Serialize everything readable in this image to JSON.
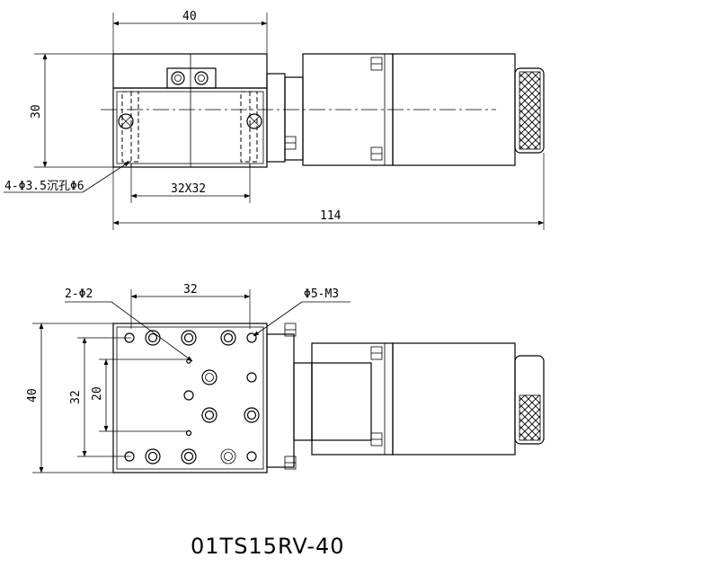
{
  "dimensions": {
    "top_width": "40",
    "top_height": "30",
    "top_holes": "4-Φ3.5沉孔Φ6",
    "top_pitch": "32X32",
    "overall_length": "114",
    "bottom_pitch": "32",
    "bottom_pin_holes": "2-Φ2",
    "bottom_thread": "Φ5-M3",
    "bottom_height_outer": "40",
    "bottom_height_mid": "32",
    "bottom_height_inner": "20"
  },
  "model": "01TS15RV-40"
}
